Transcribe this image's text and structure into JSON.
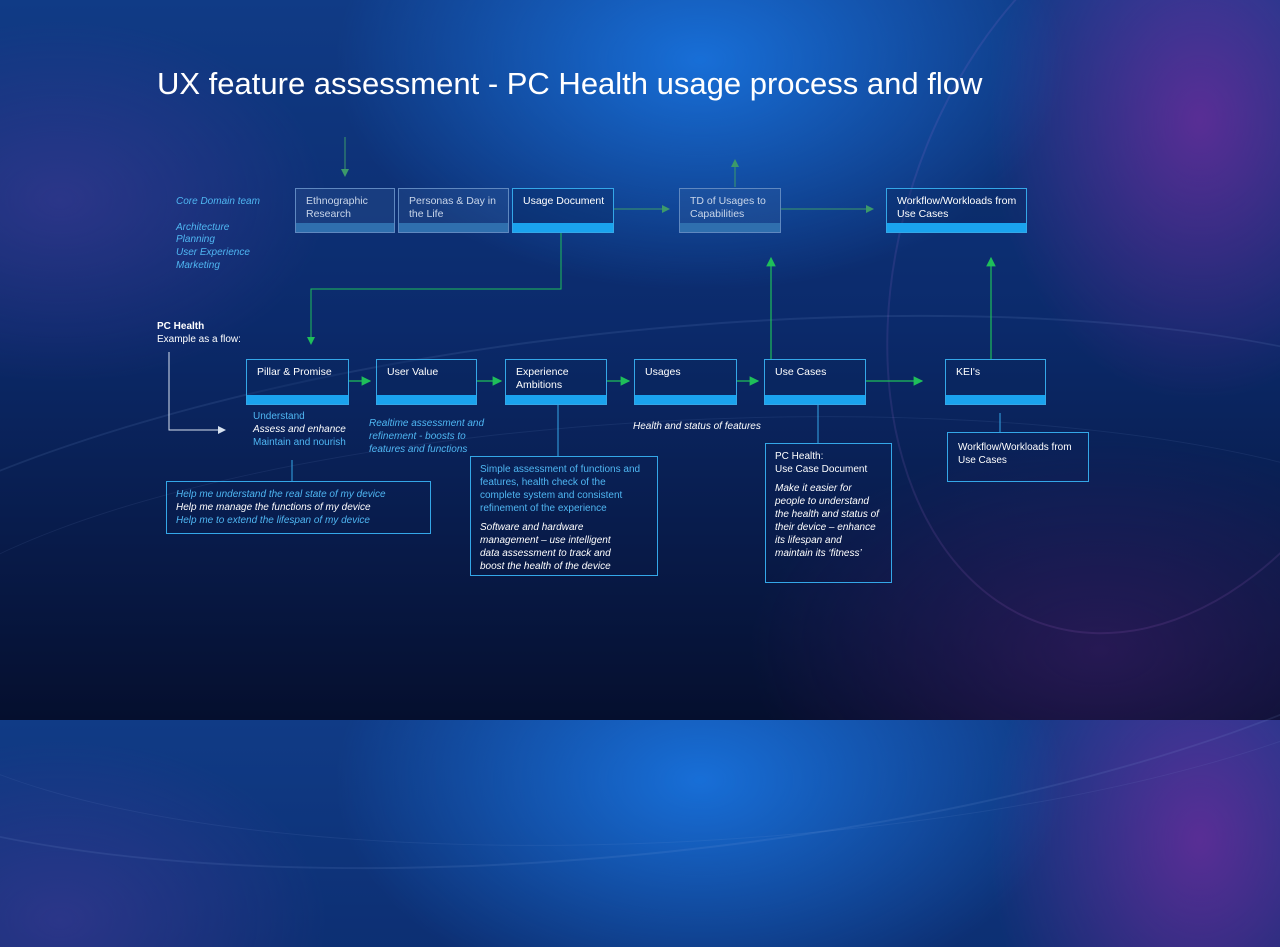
{
  "title": "UX feature assessment  - PC Health usage process and flow",
  "colors": {
    "accent": "#1aa3ee",
    "arrow": "#1fbf5a",
    "text_cyan": "#4fb6f2"
  },
  "core_team": {
    "heading": "Core Domain team",
    "members": [
      "Architecture",
      "Planning",
      "User Experience",
      "Marketing"
    ]
  },
  "top_row": [
    {
      "label": "Ethnographic Research"
    },
    {
      "label": "Personas & Day in the Life"
    },
    {
      "label": "Usage Document"
    },
    {
      "label": "TD of Usages to Capabilities"
    },
    {
      "label": "Workflow/Workloads from Use Cases"
    }
  ],
  "pc_health": {
    "heading": "PC Health",
    "subheading": "Example as a flow:"
  },
  "flow_row": [
    {
      "label": "Pillar & Promise"
    },
    {
      "label": "User Value"
    },
    {
      "label": "Experience Ambitions"
    },
    {
      "label": "Usages"
    },
    {
      "label": "Use Cases"
    },
    {
      "label": "KEI's"
    }
  ],
  "pillar_notes": {
    "line1": "Understand",
    "line2": "Assess and enhance",
    "line3": "Maintain and nourish"
  },
  "user_value_note": "Realtime assessment and refinement  - boosts to features and functions",
  "usages_note": "Health and status of features",
  "help_box": {
    "line1": "Help me understand the real state of my device",
    "line2": "Help me manage the functions of my device",
    "line3": "Help me to extend the lifespan of my device"
  },
  "ambition_box": {
    "para1": "Simple assessment of functions and features, health check of the complete system and consistent  refinement of the experience",
    "para2": "Software and hardware management – use intelligent data assessment to track and boost the health of the device"
  },
  "use_case_box": {
    "title1": "PC Health:",
    "title2": "Use Case Document",
    "body": "Make it easier for people to understand the health and status of their device – enhance its lifespan and maintain its ‘fitness’"
  },
  "kei_box": {
    "label": "Workflow/Workloads from Use Cases"
  }
}
